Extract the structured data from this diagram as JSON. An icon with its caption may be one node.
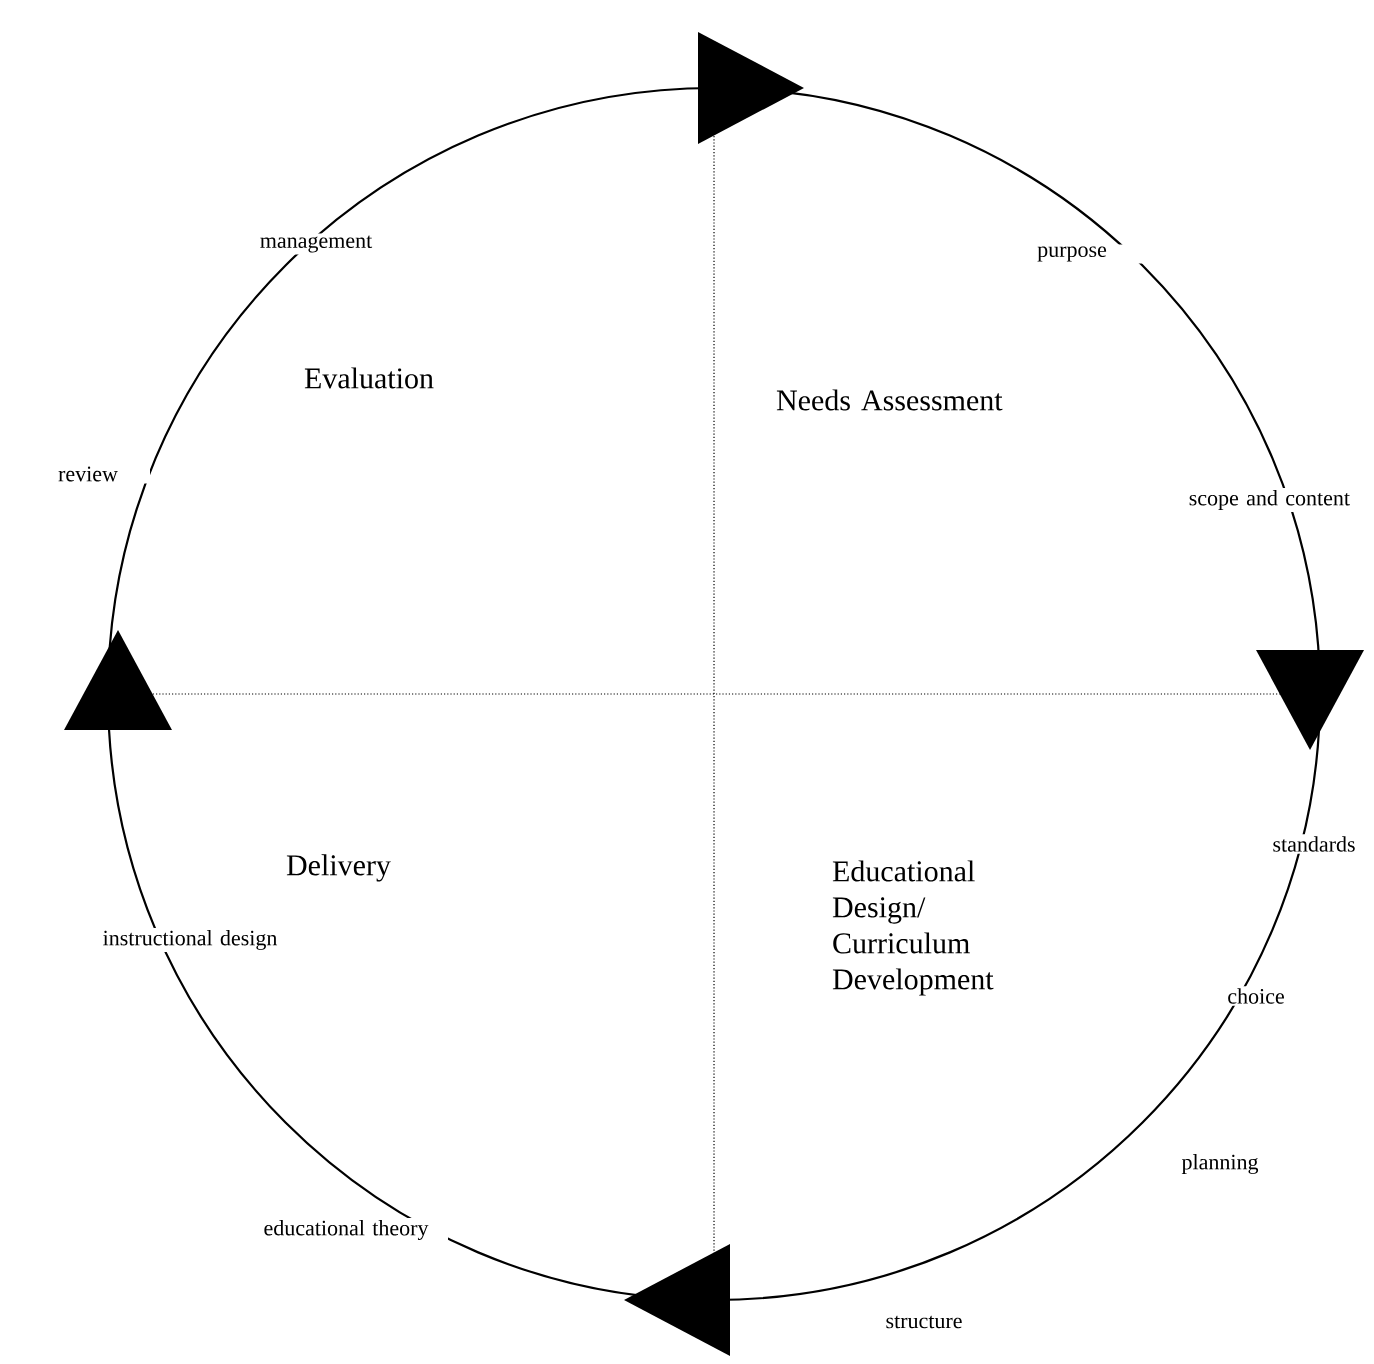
{
  "diagram": {
    "labels": [
      "management",
      "purpose",
      "Evaluation",
      "Needs Assessment",
      "review",
      "scope and content",
      "standards",
      "Delivery",
      "Educational Design/ Curriculum Development",
      "instructional design",
      "choice",
      "planning",
      "educational theory",
      "structure"
    ]
  }
}
